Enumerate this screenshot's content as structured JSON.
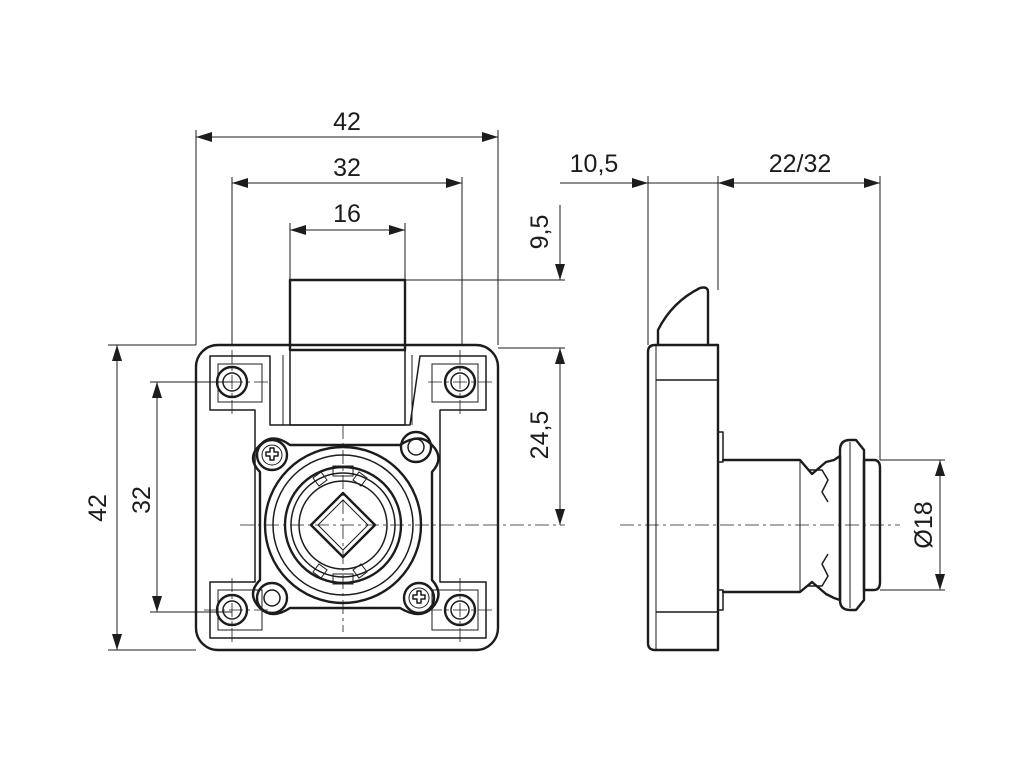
{
  "front_view": {
    "width_overall": "42",
    "width_holes": "32",
    "width_bolt": "16",
    "height_overall": "42",
    "height_holes": "32",
    "bolt_offset": "9,5",
    "center_offset": "24,5"
  },
  "side_view": {
    "body_thickness": "10,5",
    "cylinder_length": "22/32",
    "cylinder_diameter": "Ø18"
  }
}
